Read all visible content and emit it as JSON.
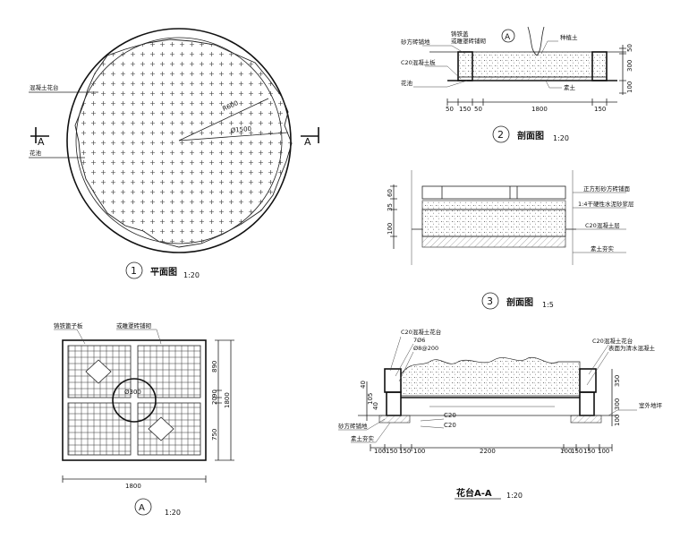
{
  "plan": {
    "radius_label": "R600",
    "diameter_label": "Ø1500",
    "label_concrete_wall": "混凝土花台",
    "label_planter": "花池",
    "section_mark_left": "A",
    "section_mark_right": "A",
    "view_number": "1",
    "title": "平面图",
    "scale": "1:20"
  },
  "section2": {
    "circle_label": "A",
    "labels_left": [
      "铸铁盖",
      "砂方砖铺地",
      "或雕罩砖铺砌",
      "C20混凝土板",
      "花池"
    ],
    "label_right_top": "种植土",
    "label_right_bottom": "素土",
    "dims_bottom": [
      "50",
      "150",
      "50",
      "1800",
      "150"
    ],
    "dims_right": [
      "50",
      "300",
      "100"
    ],
    "view_number": "2",
    "title": "剖面图",
    "scale": "1:20"
  },
  "section3": {
    "labels": [
      "正方形砂方砖铺面",
      "1:4干硬性水泥砂浆层",
      "C20混凝土层",
      "素土夯实"
    ],
    "dims_left": [
      "60",
      "35",
      "100"
    ],
    "view_number": "3",
    "title": "剖面图",
    "scale": "1:5"
  },
  "planA": {
    "label_left": "铸铁篦子板",
    "label_right": "或雕罩砖铺砌",
    "diameter_label": "Ø300",
    "dim_bottom": "1800",
    "dims_right": [
      "890",
      "90",
      "20",
      "750"
    ],
    "dim_right_total": "1800",
    "view_letter": "A",
    "scale": "1:20"
  },
  "sectionAA": {
    "labels_left": [
      "C20混凝土花台",
      "7Ø6",
      "Ø8@200",
      "砂方砖铺地",
      "素土夯实"
    ],
    "labels_right": [
      "C20混凝土花台",
      "表面为清水混凝土",
      "室外地坪"
    ],
    "label_c20_a": "C20",
    "label_c20_b": "C20",
    "dims_left": [
      "40",
      "105",
      "40"
    ],
    "dims_right": [
      "350",
      "300",
      "100"
    ],
    "dims_bottom": [
      "100",
      "150",
      "150",
      "100",
      "2200",
      "100",
      "150",
      "150",
      "100"
    ],
    "title": "花台A-A",
    "scale": "1:20"
  }
}
